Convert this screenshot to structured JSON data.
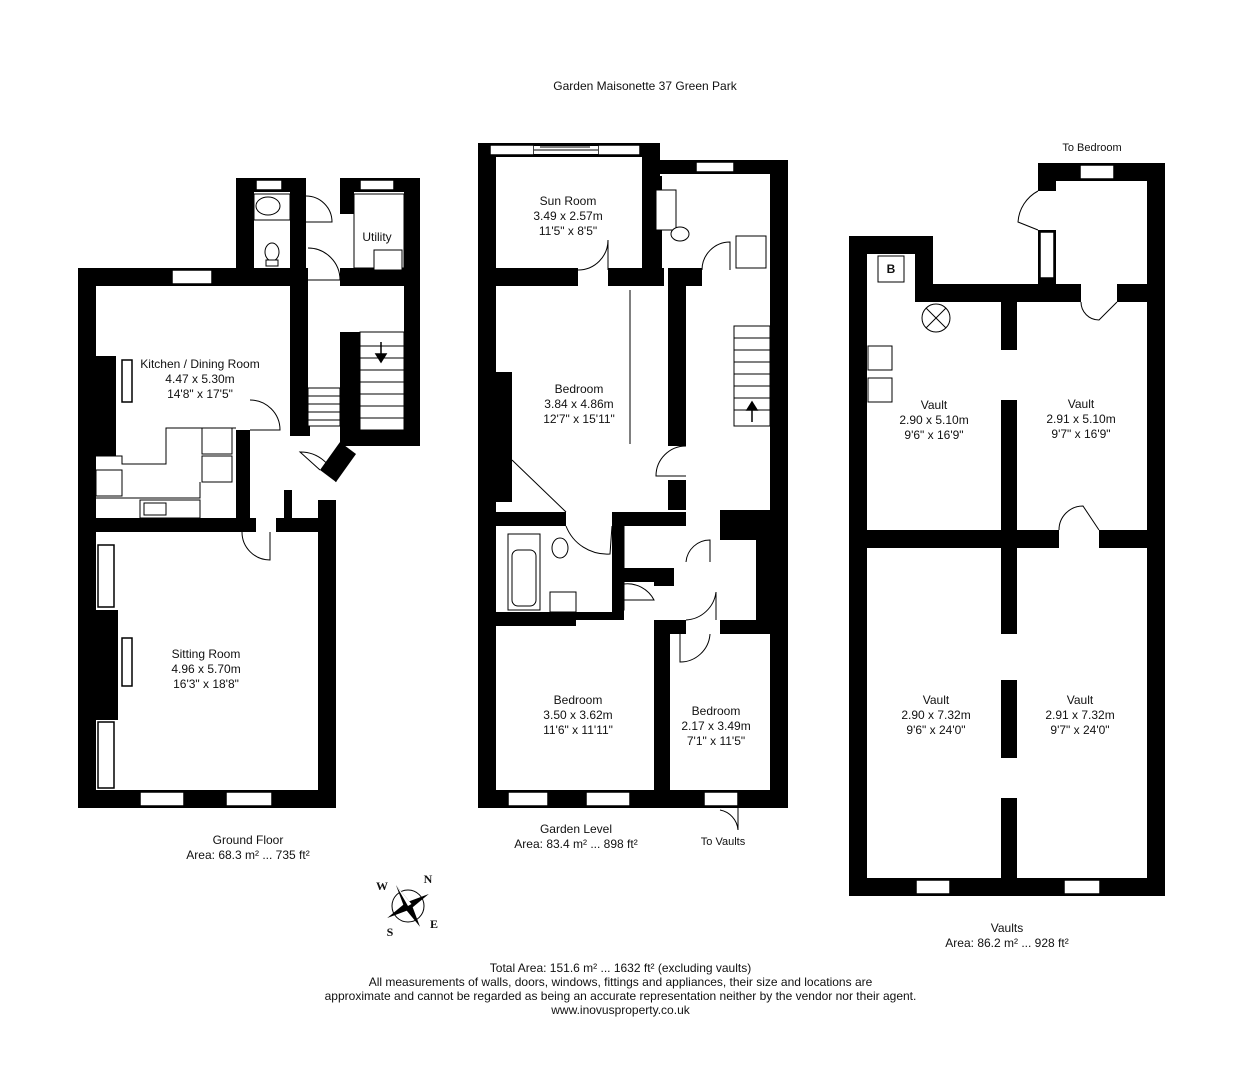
{
  "title": "Garden Maisonette 37 Green Park",
  "floors": {
    "ground": {
      "name": "Ground Floor",
      "area": "Area: 68.3 m² ... 735 ft²"
    },
    "garden": {
      "name": "Garden Level",
      "area": "Area: 83.4 m² ... 898 ft²"
    },
    "vaults": {
      "name": "Vaults",
      "area": "Area: 86.2 m² ... 928 ft²"
    }
  },
  "rooms": {
    "utility": {
      "name": "Utility"
    },
    "kitchen": {
      "name": "Kitchen / Dining Room",
      "metric": "4.47 x 5.30m",
      "imperial": "14'8\" x 17'5\""
    },
    "sitting": {
      "name": "Sitting Room",
      "metric": "4.96 x 5.70m",
      "imperial": "16'3\" x 18'8\""
    },
    "sun": {
      "name": "Sun Room",
      "metric": "3.49 x 2.57m",
      "imperial": "11'5\" x 8'5\""
    },
    "bed1": {
      "name": "Bedroom",
      "metric": "3.84 x 4.86m",
      "imperial": "12'7\" x 15'11\""
    },
    "bed2": {
      "name": "Bedroom",
      "metric": "3.50 x 3.62m",
      "imperial": "11'6\" x 11'11\""
    },
    "bed3": {
      "name": "Bedroom",
      "metric": "2.17 x 3.49m",
      "imperial": "7'1\" x 11'5\""
    },
    "vault1": {
      "name": "Vault",
      "metric": "2.90 x 5.10m",
      "imperial": "9'6\" x 16'9\""
    },
    "vault2": {
      "name": "Vault",
      "metric": "2.91 x 5.10m",
      "imperial": "9'7\" x 16'9\""
    },
    "vault3": {
      "name": "Vault",
      "metric": "2.90 x 7.32m",
      "imperial": "9'6\" x 24'0\""
    },
    "vault4": {
      "name": "Vault",
      "metric": "2.91 x 7.32m",
      "imperial": "9'7\" x 24'0\""
    }
  },
  "annotations": {
    "to_bedroom": "To Bedroom",
    "to_vaults": "To Vaults",
    "boiler": "B"
  },
  "compass": {
    "n": "N",
    "e": "E",
    "s": "S",
    "w": "W"
  },
  "footer": {
    "total": "Total Area: 151.6 m² ... 1632 ft² (excluding vaults)",
    "line1": "All measurements of walls, doors, windows, fittings and appliances, their size and locations are",
    "line2": "approximate and cannot be regarded as being an accurate representation neither by the vendor nor their agent.",
    "website": "www.inovusproperty.co.uk"
  }
}
